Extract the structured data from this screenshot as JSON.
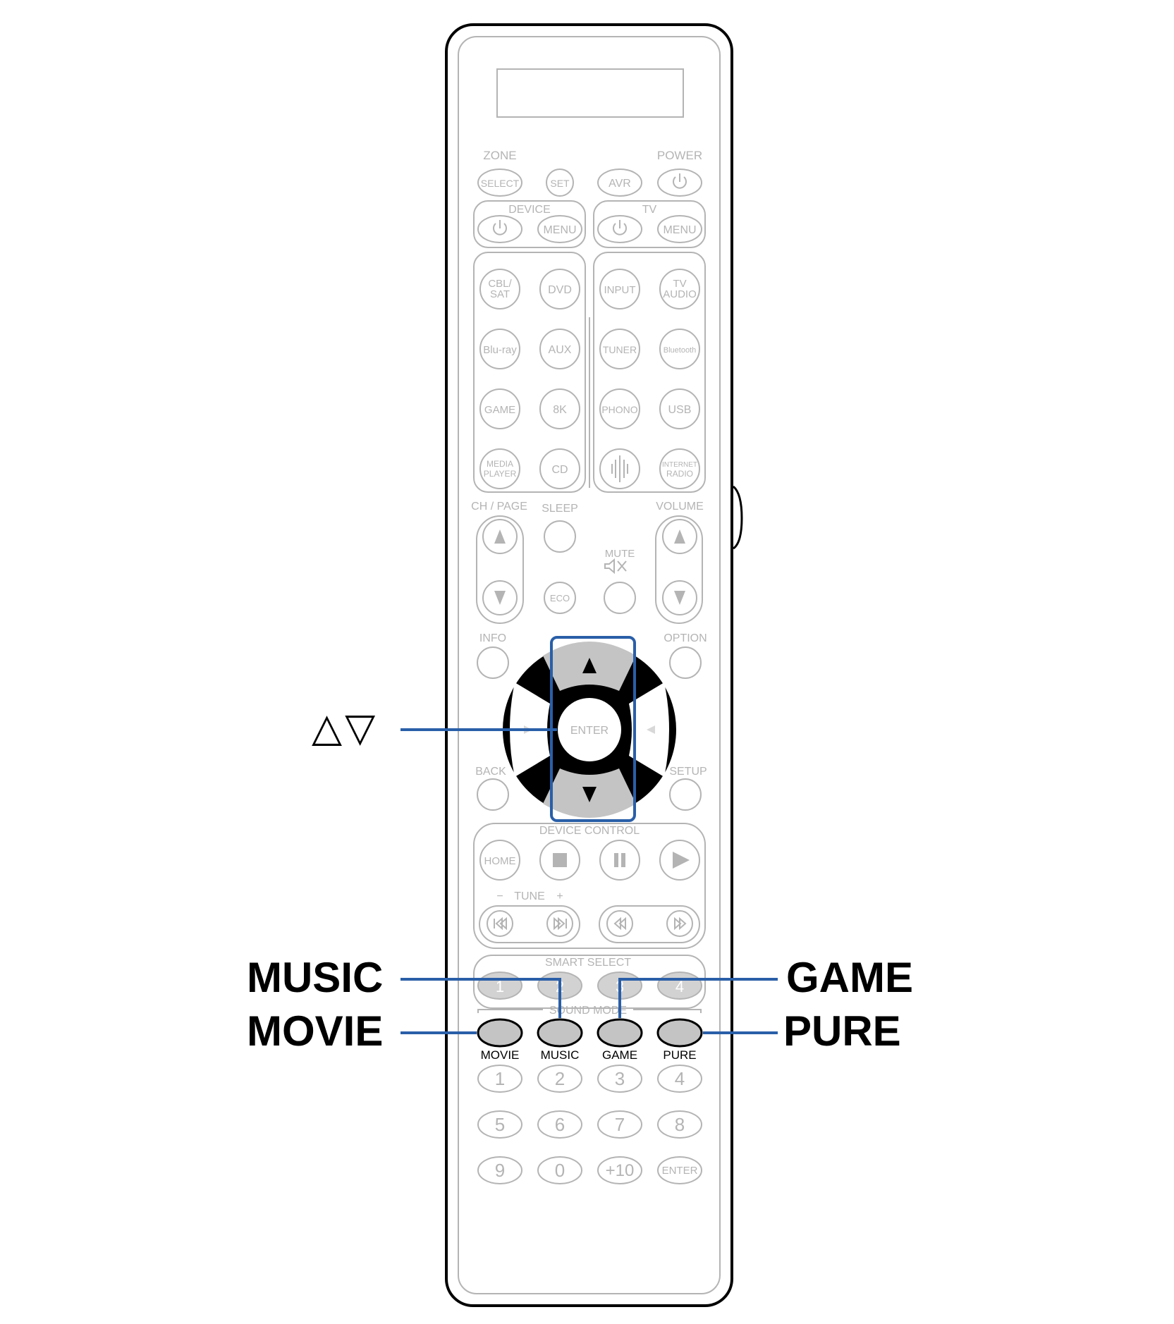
{
  "callouts": {
    "arrows": "△▽",
    "music": "MUSIC",
    "movie": "MOVIE",
    "game": "GAME",
    "pure": "PURE"
  },
  "remote": {
    "zone": "ZONE",
    "power": "POWER",
    "select": "SELECT",
    "set": "SET",
    "avr": "AVR",
    "device": "DEVICE",
    "tv": "TV",
    "menu": "MENU",
    "cbl_sat_1": "CBL/",
    "cbl_sat_2": "SAT",
    "dvd": "DVD",
    "input": "INPUT",
    "tv_audio_1": "TV",
    "tv_audio_2": "AUDIO",
    "bluray": "Blu-ray",
    "aux": "AUX",
    "tuner": "TUNER",
    "bluetooth": "Bluetooth",
    "game_src": "GAME",
    "eight_k": "8K",
    "phono": "PHONO",
    "usb": "USB",
    "media_player_1": "MEDIA",
    "media_player_2": "PLAYER",
    "cd": "CD",
    "internet_radio_1": "INTERNET",
    "internet_radio_2": "RADIO",
    "ch_page": "CH / PAGE",
    "sleep": "SLEEP",
    "volume": "VOLUME",
    "mute": "MUTE",
    "eco": "ECO",
    "info": "INFO",
    "option": "OPTION",
    "enter": "ENTER",
    "back": "BACK",
    "setup": "SETUP",
    "device_control": "DEVICE CONTROL",
    "home": "HOME",
    "tune_minus": "−",
    "tune": "TUNE",
    "tune_plus": "+",
    "smart_select": "SMART SELECT",
    "smart_1": "1",
    "smart_2": "2",
    "smart_3": "3",
    "smart_4": "4",
    "sound_mode": "SOUND MODE",
    "sm_movie": "MOVIE",
    "sm_music": "MUSIC",
    "sm_game": "GAME",
    "sm_pure": "PURE",
    "keypad": [
      "1",
      "2",
      "3",
      "4",
      "5",
      "6",
      "7",
      "8",
      "9",
      "0",
      "+10",
      "ENTER"
    ]
  },
  "colors": {
    "highlight_frame": "#2a5fa8",
    "remote_outline": "#000000",
    "faded_line": "#b4b4b4",
    "highlighted_button_fill": "#c4c4c4"
  }
}
